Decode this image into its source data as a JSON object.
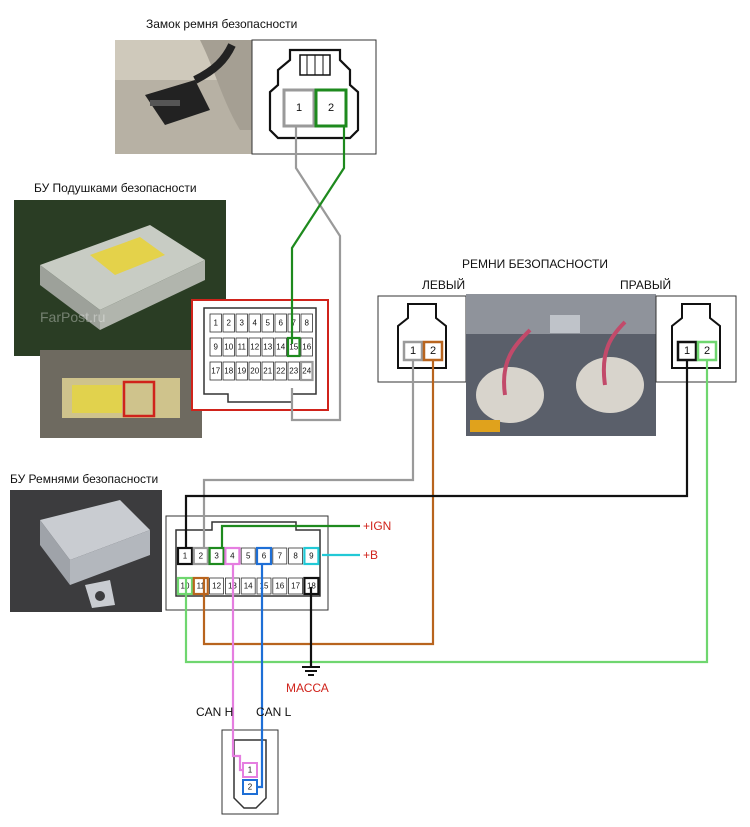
{
  "titles": {
    "buckle": "Замок ремня безопасности",
    "airbag_ecu": "БУ Подушками безопасности",
    "belts_ecu": "БУ Ремнями безопасности",
    "belts_header": "РЕМНИ БЕЗОПАСНОСТИ",
    "left": "ЛЕВЫЙ",
    "right": "ПРАВЫЙ"
  },
  "signals": {
    "ign": "+IGN",
    "b": "+B",
    "ground": "МАССА",
    "can_h": "CAN H",
    "can_l": "CAN L"
  },
  "photos": {
    "airbag_watermark": "FarPost.ru"
  },
  "buckle_connector": {
    "pins": [
      "1",
      "2"
    ]
  },
  "airbag_connector": {
    "rows": [
      [
        "1",
        "2",
        "3",
        "4",
        "5",
        "6",
        "7",
        "8"
      ],
      [
        "9",
        "10",
        "11",
        "12",
        "13",
        "14",
        "15",
        "16"
      ],
      [
        "17",
        "18",
        "19",
        "20",
        "21",
        "22",
        "23",
        "24"
      ]
    ]
  },
  "belt_left_connector": {
    "pins": [
      "1",
      "2"
    ]
  },
  "belt_right_connector": {
    "pins": [
      "1",
      "2"
    ]
  },
  "belts_ecu_connector": {
    "rows": [
      [
        "1",
        "2",
        "3",
        "4",
        "5",
        "6",
        "7",
        "8",
        "9"
      ],
      [
        "10",
        "11",
        "12",
        "13",
        "14",
        "15",
        "16",
        "17",
        "18"
      ]
    ]
  },
  "can_connector": {
    "pins": [
      "1",
      "2"
    ]
  },
  "colors": {
    "gray": "#9a9a9a",
    "green": "#1e8a1e",
    "light_green": "#6fd66f",
    "brown": "#b8641e",
    "black": "#111111",
    "cyan": "#22c9d6",
    "pink": "#e57ee0",
    "blue": "#1e6fd6",
    "red": "#d0231b"
  }
}
